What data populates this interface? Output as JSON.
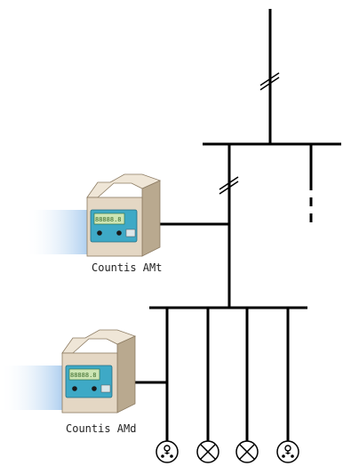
{
  "diagram": {
    "meters": [
      {
        "label": "Countis AMt",
        "lcd_text": "88888.8"
      },
      {
        "label": "Countis AMd",
        "lcd_text": "88888.8"
      }
    ],
    "colors": {
      "line": "#000000",
      "meter_body": "#e4d7c4",
      "meter_shadow": "#b9a98f",
      "meter_panel": "#3ea9c6",
      "lcd": "#cde5b4",
      "glow": "#7fb3e6"
    },
    "loads": [
      {
        "type": "socket-icon"
      },
      {
        "type": "lamp-icon"
      },
      {
        "type": "lamp-icon"
      },
      {
        "type": "socket-icon"
      }
    ]
  }
}
